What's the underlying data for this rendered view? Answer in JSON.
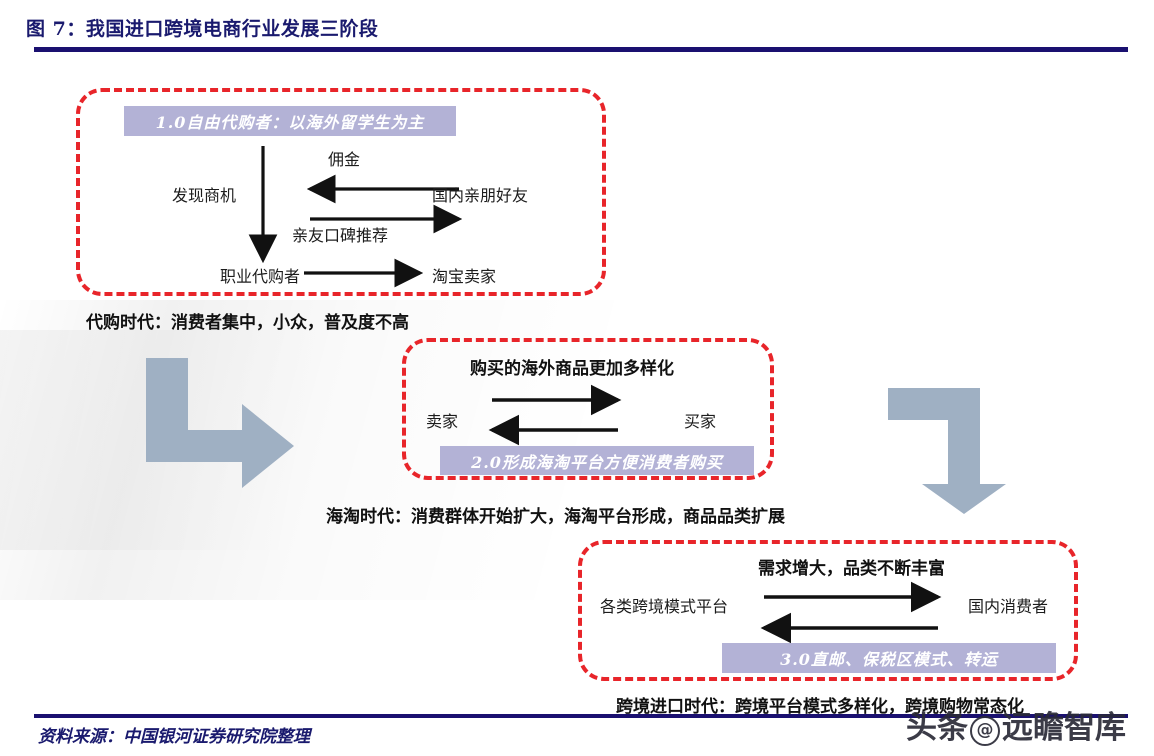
{
  "header": {
    "figure_title": "图 7：我国进口跨境电商行业发展三阶段"
  },
  "footer": {
    "source": "资料来源：中国银河证券研究院整理",
    "watermark_left": "头条",
    "watermark_mark": "@",
    "watermark_right": "远瞻智库"
  },
  "colors": {
    "title_navy": "#1a1a6e",
    "rule_navy": "#1a1070",
    "dashed_red": "#e8252a",
    "banner_purple": "#b3b2d6",
    "elbow_gray": "#9fb0c3",
    "arrow_black": "#111111"
  },
  "stages": [
    {
      "id": "stage-1",
      "banner": "1.0自由代购者：以海外留学生为主",
      "nodes": {
        "left": "发现商机",
        "right": "国内亲朋好友",
        "bottom_left": "职业代购者",
        "bottom_right": "淘宝卖家"
      },
      "edges": {
        "top": "佣金",
        "bottom": "亲友口碑推荐"
      },
      "caption": "代购时代：消费者集中，小众，普及度不高"
    },
    {
      "id": "stage-2",
      "heading": "购买的海外商品更加多样化",
      "banner": "2.0形成海淘平台方便消费者购买",
      "nodes": {
        "left": "卖家",
        "right": "买家"
      },
      "caption": "海淘时代：消费群体开始扩大，海淘平台形成，商品品类扩展"
    },
    {
      "id": "stage-3",
      "heading": "需求增大，品类不断丰富",
      "banner": "3.0直邮、保税区模式、转运",
      "nodes": {
        "left": "各类跨境模式平台",
        "right": "国内消费者"
      },
      "caption": "跨境进口时代：跨境平台模式多样化，跨境购物常态化"
    }
  ],
  "flow_arrows": [
    {
      "name": "stage1-to-stage2",
      "shape": "down-then-right"
    },
    {
      "name": "stage2-to-stage3",
      "shape": "right-then-down"
    }
  ]
}
